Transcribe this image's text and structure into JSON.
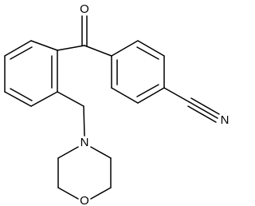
{
  "molecule": {
    "atoms": {
      "oxygen_carbonyl": "O",
      "nitrogen_nitrile": "N",
      "nitrogen_morpholine": "N",
      "oxygen_morpholine": "O"
    }
  },
  "colors": {
    "bond": "#000000",
    "label": "#000000",
    "background": "#ffffff"
  }
}
